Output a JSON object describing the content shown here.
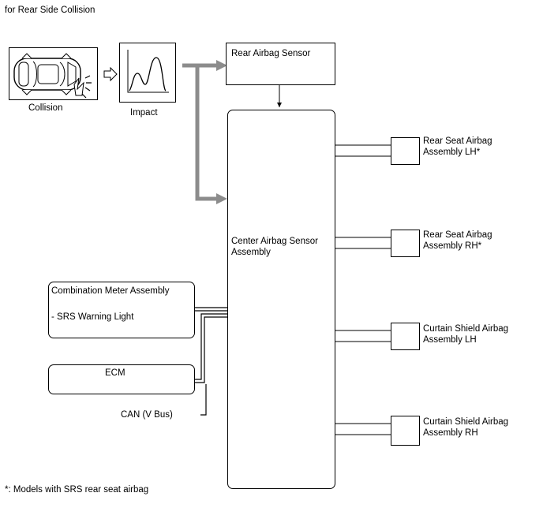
{
  "header": {
    "title": "for Rear Side Collision"
  },
  "inputs": {
    "collision_label": "Collision",
    "impact_label": "Impact"
  },
  "sensors": {
    "rear_airbag_sensor": "Rear Airbag Sensor",
    "center_airbag_sensor_line1": "Center Airbag Sensor",
    "center_airbag_sensor_line2": "Assembly"
  },
  "meter": {
    "title": "Combination Meter Assembly",
    "item": "- SRS Warning Light"
  },
  "ecm": {
    "label": "ECM"
  },
  "bus": {
    "label": "CAN (V Bus)"
  },
  "outputs": [
    {
      "line1": "Rear Seat Airbag",
      "line2": "Assembly LH*"
    },
    {
      "line1": "Rear Seat Airbag",
      "line2": "Assembly RH*"
    },
    {
      "line1": "Curtain Shield Airbag",
      "line2": "Assembly LH"
    },
    {
      "line1": "Curtain Shield Airbag",
      "line2": "Assembly RH"
    }
  ],
  "footnote": "*: Models with SRS rear seat airbag",
  "colors": {
    "signal_arrow": "#8c8c8c",
    "line": "#000000"
  }
}
